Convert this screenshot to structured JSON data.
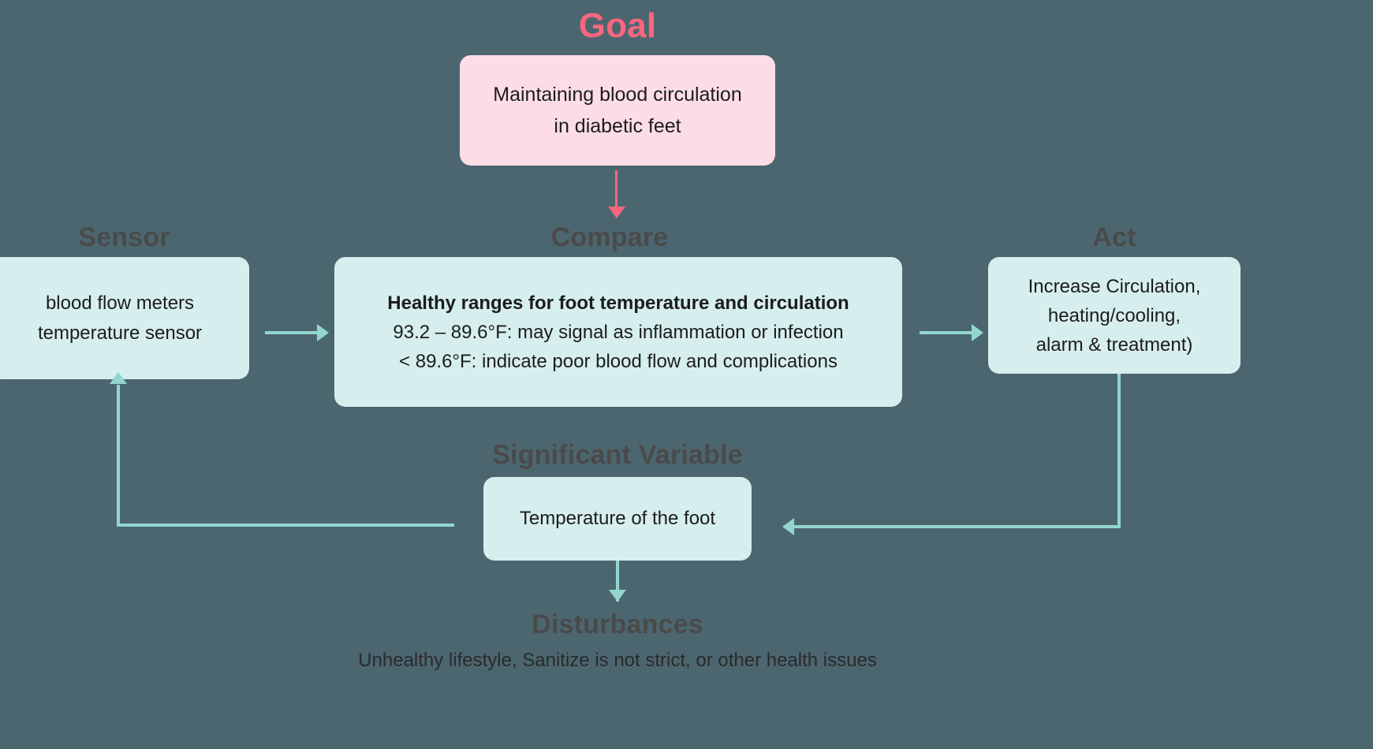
{
  "diagram": {
    "title": "Feedback control loop for diabetic foot blood circulation",
    "background_color": "#4c6670",
    "box_color": "#d6eeee",
    "goal_box_color": "#fcdde6",
    "arrow_color": "#93d6d0",
    "goal_accent_color": "#f8667f",
    "heading_color": "#4a4a4a"
  },
  "goal": {
    "heading": "Goal",
    "line1": "Maintaining blood circulation",
    "line2": "in diabetic feet"
  },
  "sensor": {
    "heading": "Sensor",
    "line1": "blood flow meters",
    "line2": "temperature sensor"
  },
  "compare": {
    "heading": "Compare",
    "line1": "Healthy ranges for foot temperature and circulation",
    "line2": "93.2 – 89.6°F: may signal as inflammation or infection",
    "line3": "< 89.6°F: indicate poor blood flow and complications"
  },
  "act": {
    "heading": "Act",
    "line1": "Increase Circulation,",
    "line2": "heating/cooling,",
    "line3": "alarm & treatment)"
  },
  "significant_variable": {
    "heading": "Significant Variable",
    "line1": "Temperature of the foot"
  },
  "disturbances": {
    "heading": "Disturbances",
    "caption": "Unhealthy lifestyle, Sanitize is not strict, or other health issues"
  },
  "connectors": {
    "goal_to_compare": "arrow-down-goal-to-compare",
    "sensor_to_compare": "arrow-right-sensor-to-compare",
    "compare_to_act": "arrow-right-compare-to-act",
    "act_to_variable": "arrow-left-act-to-variable",
    "variable_to_sensor": "arrow-up-variable-to-sensor",
    "variable_to_disturbances": "arrow-down-variable-to-disturbances"
  }
}
